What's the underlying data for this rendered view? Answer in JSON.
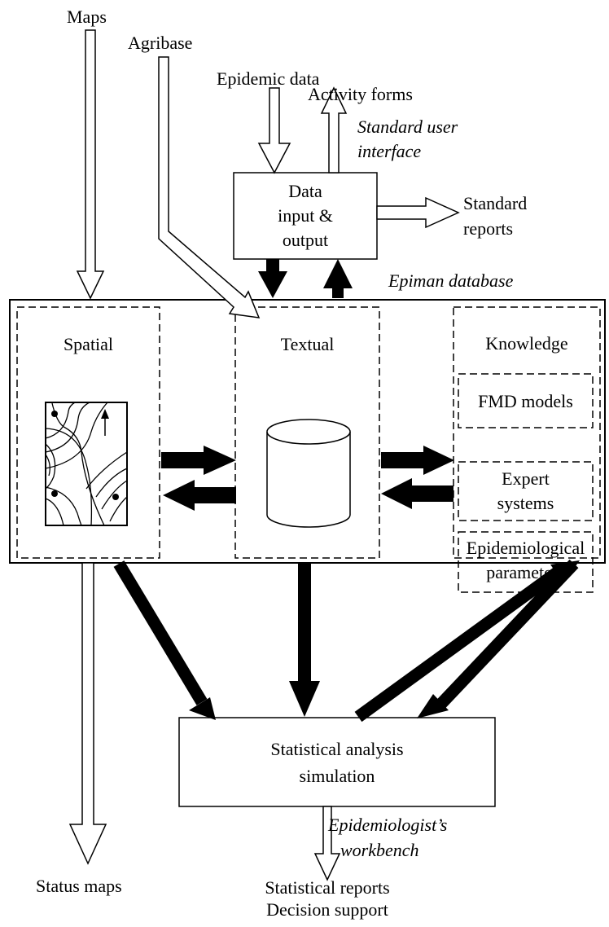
{
  "inputs": {
    "maps": "Maps",
    "agribase": "Agribase",
    "epidemic_data": "Epidemic data",
    "activity_forms": "Activity forms"
  },
  "standard_user_interface": [
    "Standard user",
    "interface"
  ],
  "data_io_box": [
    "Data",
    "input &",
    "output"
  ],
  "standard_reports": [
    "Standard",
    "reports"
  ],
  "epiman_database": "Epiman database",
  "modules": {
    "spatial": "Spatial",
    "textual": "Textual",
    "knowledge": "Knowledge",
    "fmd_models": "FMD models",
    "expert_systems": [
      "Expert",
      "systems"
    ],
    "epi_parameters": [
      "Epidemiological",
      "parameters"
    ]
  },
  "analysis_box": [
    "Statistical analysis",
    "simulation"
  ],
  "epidemiologists_workbench": [
    "Epidemiologist’s",
    "workbench"
  ],
  "outputs": {
    "status_maps": "Status maps",
    "statistical_reports": "Statistical reports",
    "decision_support": "Decision support"
  }
}
